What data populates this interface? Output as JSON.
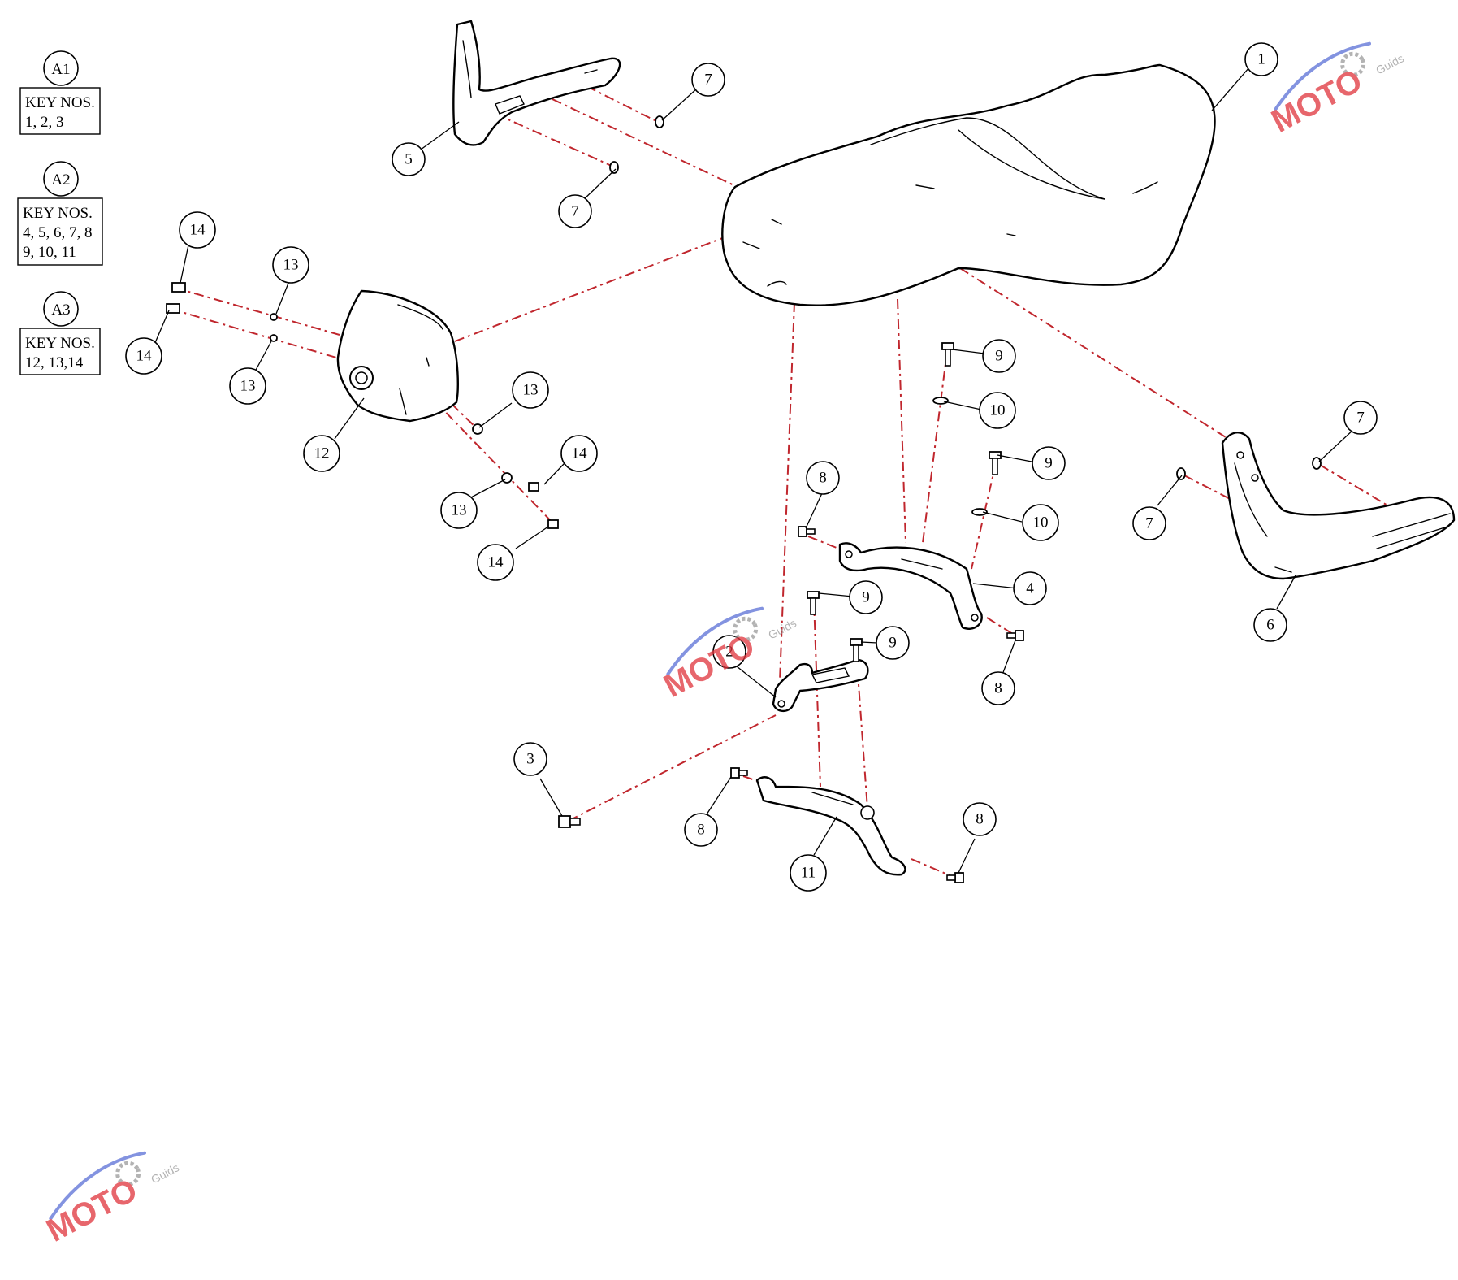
{
  "keys": [
    {
      "id": "A1",
      "label": "KEY NOS.",
      "lines": [
        "1, 2, 3"
      ]
    },
    {
      "id": "A2",
      "label": "KEY NOS.",
      "lines": [
        "4, 5, 6, 7, 8",
        "9, 10, 11"
      ]
    },
    {
      "id": "A3",
      "label": "KEY NOS.",
      "lines": [
        "12, 13,14"
      ]
    }
  ],
  "callouts": {
    "c1": "1",
    "c2": "2",
    "c3": "3",
    "c4": "4",
    "c5": "5",
    "c6": "6",
    "c7a": "7",
    "c7b": "7",
    "c7c": "7",
    "c7d": "7",
    "c8a": "8",
    "c8b": "8",
    "c8c": "8",
    "c8d": "8",
    "c9a": "9",
    "c9b": "9",
    "c9c": "9",
    "c9d": "9",
    "c10a": "10",
    "c10b": "10",
    "c11": "11",
    "c12": "12",
    "c13a": "13",
    "c13b": "13",
    "c13c": "13",
    "c13d": "13",
    "c14a": "14",
    "c14b": "14",
    "c14c": "14",
    "c14d": "14"
  },
  "watermark": {
    "brand": "MOTO",
    "sub": "Guids"
  },
  "colors": {
    "leader_dash": "#c0262d",
    "line": "#000000",
    "watermark_red": "#e0333c",
    "watermark_blue": "#5a6fd6",
    "watermark_gray": "#9a9a9a"
  }
}
